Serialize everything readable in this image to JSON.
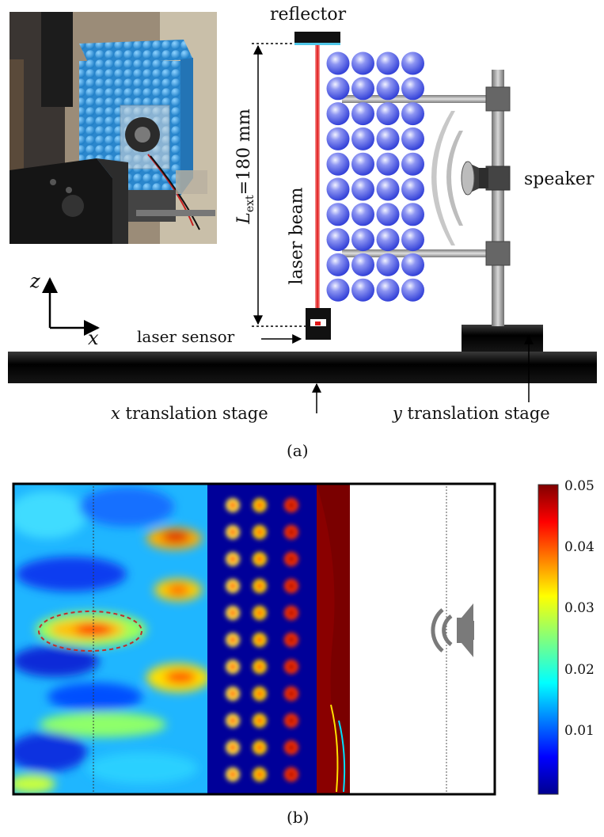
{
  "panel_a": {
    "labels": {
      "reflector": "reflector",
      "length_symbol": "L",
      "length_subscript": "ext",
      "length_value": "=180 mm",
      "laser_beam": "laser beam",
      "speaker": "speaker",
      "laser_sensor": "laser sensor",
      "axis_z": "z",
      "axis_x": "x",
      "x_stage_var": "x",
      "x_stage_text": " translation stage",
      "y_stage_var": "y",
      "y_stage_text": " translation stage"
    },
    "caption": "(a)"
  },
  "panel_b": {
    "caption": "(b)",
    "colorbar": {
      "ticks": [
        "0.05",
        "0.04",
        "0.03",
        "0.02",
        "0.01"
      ],
      "min_color": "#00008f",
      "max_color": "#800000"
    }
  },
  "colors": {
    "laser": "#e82020",
    "sphere": "#4b57e6",
    "photo_spheres": "#3aa0e0",
    "stage": "#111111",
    "rod": "#9a9a9a",
    "ellipse": "#c0302a"
  }
}
